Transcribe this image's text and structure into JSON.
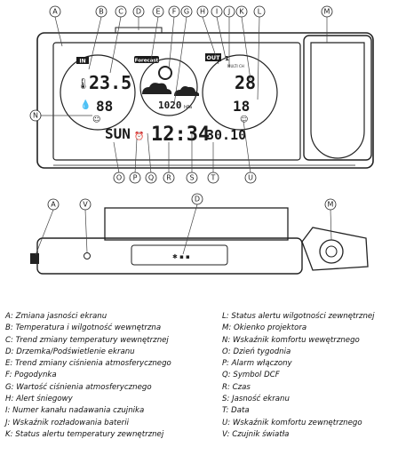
{
  "lcd": {
    "indoor_tag": "IN",
    "outdoor_tag": "OUT",
    "forecast_tag": "Forecast",
    "indoor_temp": "23.5",
    "indoor_humidity": "88",
    "outdoor_temp": "28",
    "outdoor_humidity": "18",
    "pressure": "1020",
    "pressure_unit": "hPa",
    "day": "SUN",
    "time": "12:34",
    "date": "30.10",
    "channel": "1",
    "multi_tag": "MULTI CH"
  },
  "callouts": {
    "front_top": [
      "A",
      "B",
      "C",
      "D",
      "E",
      "F",
      "G",
      "H",
      "I",
      "J",
      "K",
      "L",
      "M"
    ],
    "front_left": [
      "N"
    ],
    "front_bottom": [
      "O",
      "P",
      "Q",
      "R",
      "S",
      "T",
      "U"
    ],
    "side": [
      "A",
      "V",
      "D",
      "M"
    ]
  },
  "legend": {
    "left": [
      "A: Zmiana jasności ekranu",
      "B: Temperatura i wilgotność wewnętrzna",
      "C: Trend zmiany temperatury wewnętrznej",
      "D: Drzemka/Podświetlenie ekranu",
      "E: Trend zmiany ciśnienia atmosferycznego",
      "F: Pogodynka",
      "G: Wartość ciśnienia atmosferycznego",
      "H: Alert śniegowy",
      "I: Numer kanału nadawania czujnika",
      "J: Wskaźnik rozładowania baterii",
      "K: Status alertu temperatury zewnętrznej"
    ],
    "right": [
      "L: Status alertu wilgotności zewnętrznej",
      "M: Okienko projektora",
      "N: Wskaźnik komfortu wewętrznego",
      "O: Dzień tygodnia",
      "P: Alarm włączony",
      "Q: Symbol DCF",
      "R: Czas",
      "S: Jasność ekranu",
      "T: Data",
      "U: Wskaźnik komfortu zewnętrznego",
      "V: Czujnik światła"
    ]
  }
}
